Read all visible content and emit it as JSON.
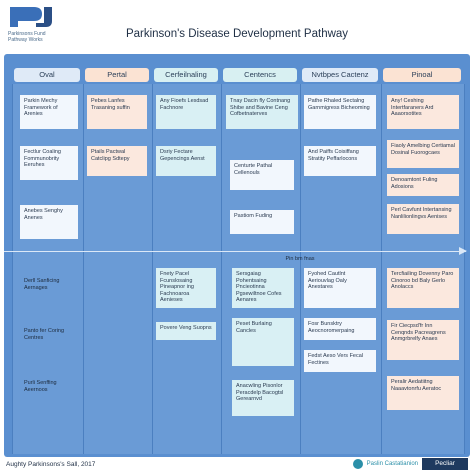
{
  "logo": {
    "text": "Parkinsons Fund\nPathway Works"
  },
  "title": "Parkinson's Disease Development Pathway",
  "columns": [
    {
      "label": "Oval",
      "color": "#dfeaf7"
    },
    {
      "label": "Pertal",
      "color": "#fbe3d3"
    },
    {
      "label": "Cerfeilnaling",
      "color": "#d8f0f2"
    },
    {
      "label": "Centencs",
      "color": "#d8f0f2"
    },
    {
      "label": "Nvtbpes Cactenz",
      "color": "#dfeaf7"
    },
    {
      "label": "Pinoal",
      "color": "#fbe3d3"
    }
  ],
  "top_cards": [
    {
      "text": "Parkin Mechy Framework of Arenies"
    },
    {
      "text": "Fectlur Coaling Fommunobrity Eeruhes"
    },
    {
      "text": "Anebes Senghy Anenes"
    },
    {
      "text": "Pebes Lanfes Trasaning suffin"
    },
    {
      "text": "Ptails Pactwal Catclipg Sdtepy"
    },
    {
      "text": "Any Fioefs Lesdsad Fachnore"
    },
    {
      "text": "Dsriy Fectare Gepencings Aenst"
    },
    {
      "text": "Tnay Dacin fly Contnang Shibe and Bavine Ceng Cofbetnaterves"
    },
    {
      "text": "Centurte Pathal Cellenouls"
    },
    {
      "text": "Pastiom Fuding"
    },
    {
      "text": "Pathe Rhaled Sectalng Garnmigress Bicheoming"
    },
    {
      "text": "And Paiffs Coisiffang Stratity Peffarlocons"
    },
    {
      "text": "Any! Ceshing Intertfaraners Ard Aaaorsotites"
    },
    {
      "text": "Fiaoly Amelbing Certiamal Dosinal Fuorogcaes"
    },
    {
      "text": "Denoamtont Fuling Adosions"
    },
    {
      "text": "Perl Cavfunt Intertansing Nanlilionlingvs Aenises"
    }
  ],
  "bottom_band_label": "Pin bm fnas",
  "bottom_cards": [
    {
      "text": "Derll Sanficing Aernages"
    },
    {
      "text": "Panto fer Coring Centres"
    },
    {
      "text": "Purli Senffing Aeernoos"
    },
    {
      "text": "Fnety Pacel Fcunslosaing Pineapnor ing Fachnoaroa Aenieses"
    },
    {
      "text": "Povere Veng Suopns"
    },
    {
      "text": "Sersgaiag Pohentsaing Pncieotinna Pgsewiltnoe Cofes Aenares"
    },
    {
      "text": "Peset Burlaing Cancles"
    },
    {
      "text": "Anacwling Pisonlor Peracdelp Bacogtsl Gerearnvd"
    },
    {
      "text": "Fyohed Cautlnt Aeriouvlag Oaly Anestares"
    },
    {
      "text": "Fosr Bunsktry Aeocnoromerpaing"
    },
    {
      "text": "Fedst Aeso Vers Fecal Fectines"
    },
    {
      "text": "Tercfiailing Dovenny Paro Cinoroo bd Baly Gerlo Anolaccs"
    },
    {
      "text": "Fir Ciecpsd'fr Inn Cenqnds Pacreagrens Anmgrbrelfy Anaes"
    },
    {
      "text": "Peralir Aedatiitng Naaavtonrfu Aeratoc"
    }
  ],
  "footer": "Aughty Parkinsons's Sall, 2017",
  "brand": {
    "left": "Paslin Castatianion",
    "right": "Pecliar"
  }
}
